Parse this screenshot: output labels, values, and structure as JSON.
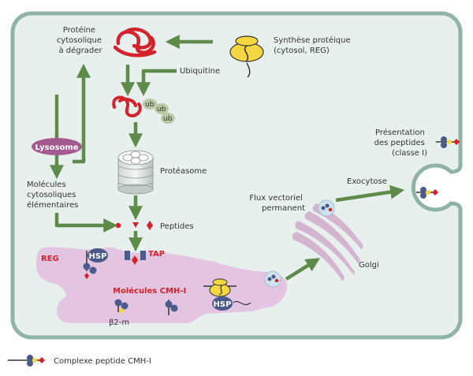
{
  "labels": {
    "protein_to_degrade": [
      "Protéine",
      "cytosolique",
      "à dégrader"
    ],
    "protein_synthesis": [
      "Synthèse protéique",
      "(cytosol, REG)"
    ],
    "ubiquitin": "Ubiquitine",
    "ub": "ub",
    "lysosome": "Lysosome",
    "proteasome": "Protéasome",
    "elementary_molecules": [
      "Molécules",
      "cytosoliques",
      "élémentaires"
    ],
    "peptides": "Peptides",
    "presentation": [
      "Présentation",
      "des peptides",
      "(classe I)"
    ],
    "vector_flow": [
      "Flux vectoriel",
      "permanent"
    ],
    "exocytosis": "Exocytose",
    "golgi": "Golgi",
    "reg": "REG",
    "hsp": "HSP",
    "tap": "TAP",
    "mhc_molecules": "Molécules CMH-I",
    "b2m": "β2-m"
  },
  "legend": {
    "complex_label": "Complexe peptide CMH-I"
  },
  "colors": {
    "cell_fill": "#e8f0ed",
    "cell_border": "#8fb3a6",
    "arrow": "#5e8a4a",
    "red": "#d4212b",
    "er": "#e4c5e1",
    "lysosome": "#a35a8f",
    "hsp": "#4a5a8a",
    "ubiquitin": "#b8c9a3",
    "ribosome": "#f5d742"
  }
}
